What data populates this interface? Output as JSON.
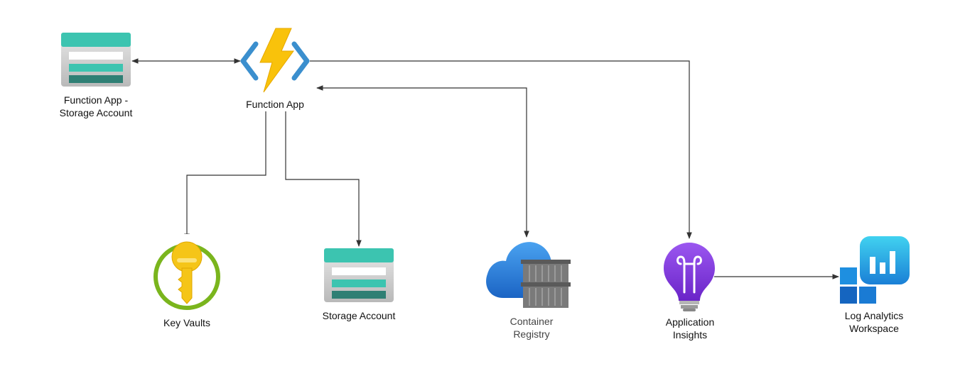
{
  "nodes": {
    "func_storage": {
      "icon": "storage-account-icon",
      "line1": "Function App -",
      "line2": "Storage Account"
    },
    "function_app": {
      "icon": "function-app-icon",
      "label": "Function App"
    },
    "key_vaults": {
      "icon": "key-vault-icon",
      "label": "Key Vaults"
    },
    "storage_account": {
      "icon": "storage-account-icon",
      "label": "Storage Account"
    },
    "container_registry": {
      "icon": "container-registry-icon",
      "line1": "Container",
      "line2": "Registry"
    },
    "app_insights": {
      "icon": "application-insights-icon",
      "line1": "Application",
      "line2": "Insights"
    },
    "log_analytics": {
      "icon": "log-analytics-workspace-icon",
      "line1": "Log Analytics",
      "line2": "Workspace"
    }
  },
  "colors": {
    "connector": "#333333",
    "storage_teal": "#3cc4b0",
    "storage_dark": "#2f7f74",
    "function_yellow": "#f9c20b",
    "function_blue": "#3b8fce",
    "keyvault_gold": "#f5c518",
    "keyvault_green": "#7ab51d",
    "cloud_blue": "#2f7ed8",
    "insights_purple": "#8a3fe0",
    "analytics_blue": "#1e8fe0"
  },
  "edges": [
    {
      "from": "func_storage",
      "to": "function_app",
      "bidirectional": true
    },
    {
      "from": "function_app",
      "to": "key_vaults",
      "bidirectional": false
    },
    {
      "from": "function_app",
      "to": "storage_account",
      "bidirectional": false
    },
    {
      "from": "function_app",
      "to": "container_registry",
      "bidirectional": true
    },
    {
      "from": "function_app",
      "to": "app_insights",
      "bidirectional": false
    },
    {
      "from": "app_insights",
      "to": "log_analytics",
      "bidirectional": false
    }
  ]
}
